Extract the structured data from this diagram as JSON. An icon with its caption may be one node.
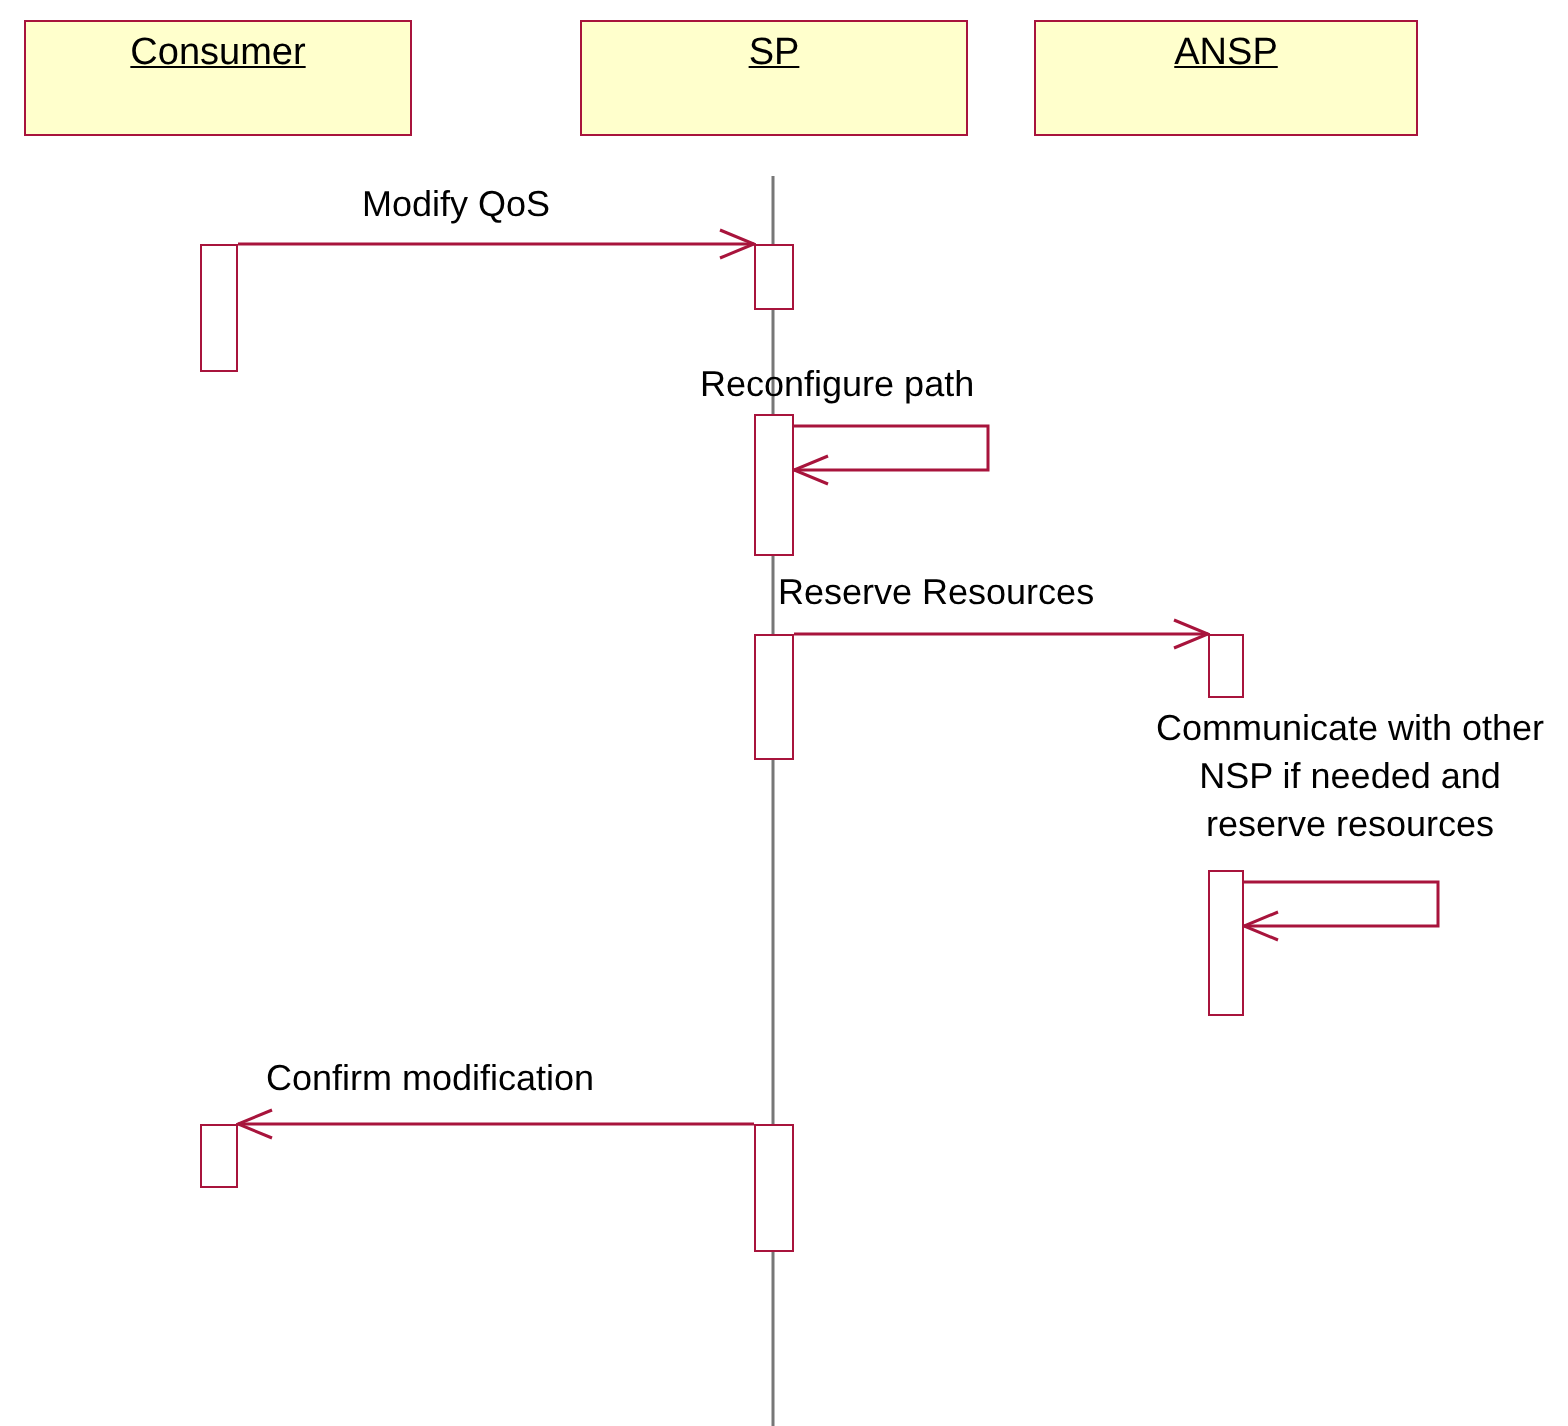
{
  "diagram": {
    "nodes": [
      {
        "text": [
          "Consumer"
        ]
      },
      {
        "text": [
          "SP"
        ]
      },
      {
        "text": [
          "ANSP"
        ]
      },
      {
        "text": [],
        "shape": "bar"
      },
      {
        "text": [],
        "shape": "bar"
      },
      {
        "text": [],
        "shape": "bar"
      },
      {
        "text": [],
        "shape": "bar"
      },
      {
        "text": [],
        "shape": "bar"
      },
      {
        "text": [],
        "shape": "bar"
      },
      {
        "text": [],
        "shape": "bar"
      },
      {
        "text": [],
        "shape": "bar"
      }
    ],
    "edges": [
      {
        "from": 3,
        "to": 4,
        "arrow": "to",
        "label": "Modify QoS"
      },
      {
        "from": 5,
        "to": 5,
        "arrow": "to",
        "label": "Reconfigure path"
      },
      {
        "from": 6,
        "to": 7,
        "arrow": "to",
        "label": "Reserve Resources"
      },
      {
        "from": 8,
        "to": 8,
        "arrow": "to",
        "label": "Communicate with other NSP if needed and reserve resources"
      },
      {
        "from": 10,
        "to": 9,
        "arrow": "to",
        "label": "Confirm modification"
      }
    ]
  }
}
